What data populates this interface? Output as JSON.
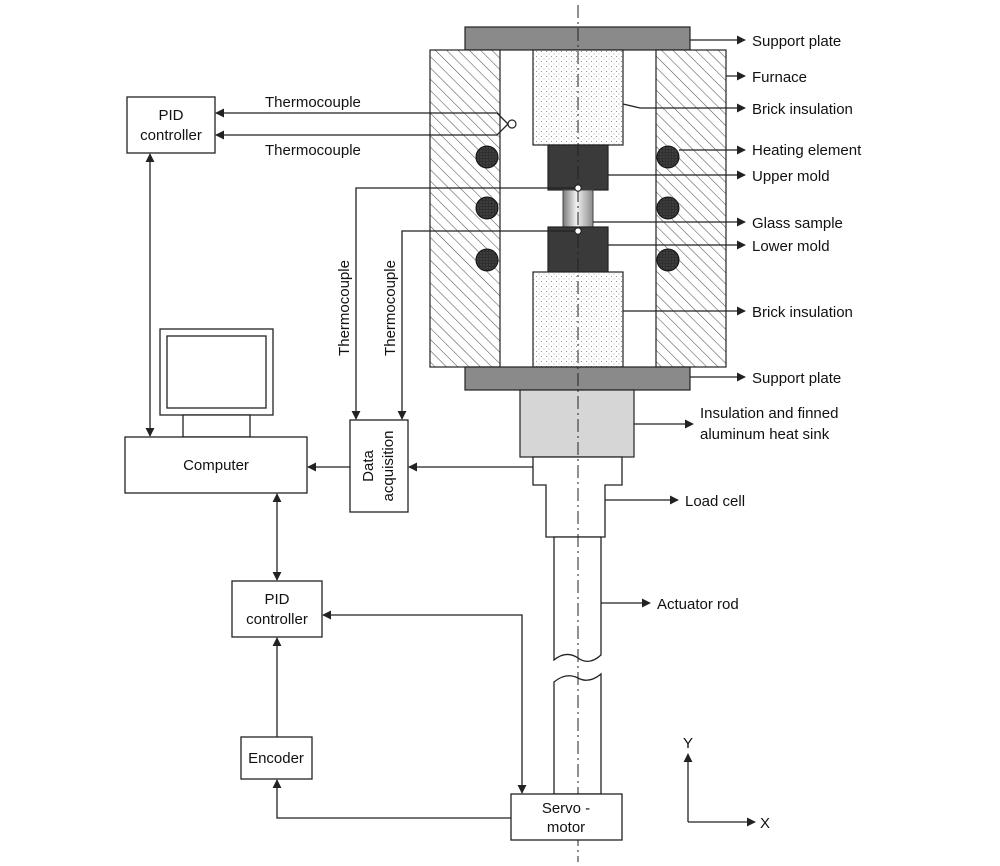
{
  "labels": {
    "support_plate_top": "Support plate",
    "furnace": "Furnace",
    "brick_insulation_top": "Brick insulation",
    "heating_element": "Heating element",
    "upper_mold": "Upper mold",
    "glass_sample": "Glass sample",
    "lower_mold": "Lower mold",
    "brick_insulation_bottom": "Brick insulation",
    "support_plate_bottom": "Support plate",
    "heat_sink_line1": "Insulation and finned",
    "heat_sink_line2": "aluminum heat sink",
    "load_cell": "Load cell",
    "actuator_rod": "Actuator rod",
    "thermocouple_top": "Thermocouple",
    "thermocouple_bottom": "Thermocouple",
    "thermocouple_vertical_1": "Thermocouple",
    "thermocouple_vertical_2": "Thermocouple"
  },
  "boxes": {
    "pid_top_line1": "PID",
    "pid_top_line2": "controller",
    "computer": "Computer",
    "daq_line1": "Data",
    "daq_line2": "acquisition",
    "pid_bottom_line1": "PID",
    "pid_bottom_line2": "controller",
    "encoder": "Encoder",
    "servo_line1": "Servo -",
    "servo_line2": "motor"
  },
  "axes": {
    "y": "Y",
    "x": "X"
  },
  "colors": {
    "plate": "#8a8a8a",
    "mold": "#3a3a3a",
    "heat_sink": "#d6d6d6",
    "heater": "#303030",
    "hatch": "#555555"
  }
}
